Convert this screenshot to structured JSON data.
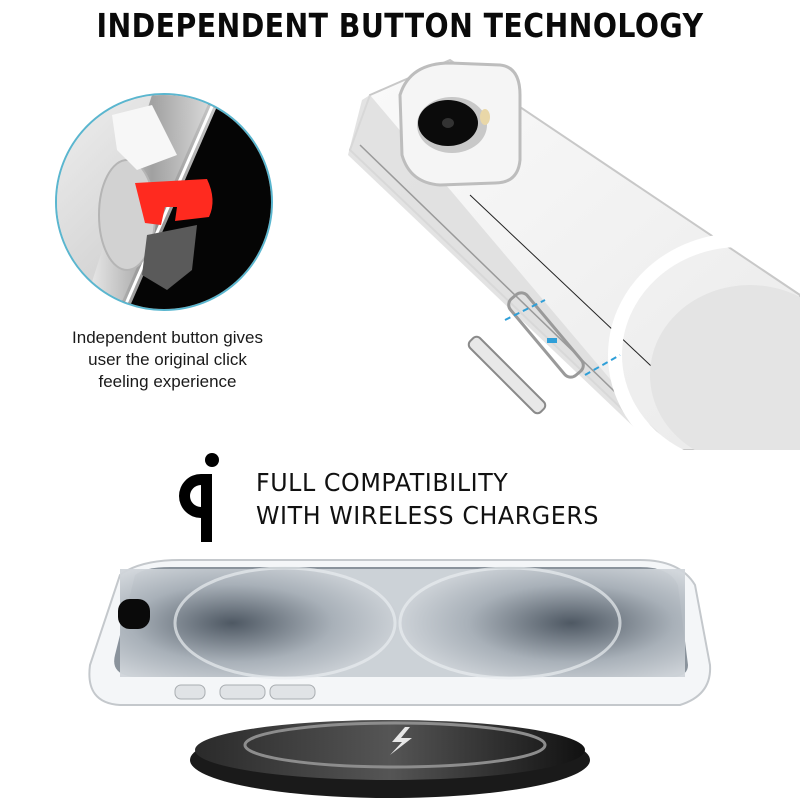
{
  "headline": "INDEPENDENT BUTTON TECHNOLOGY",
  "button_detail": {
    "caption_lines": [
      "Independent button gives",
      "user the original click",
      "feeling experience"
    ],
    "highlight_color": "#ff2a1f",
    "ring_color": "#5ab6cf"
  },
  "wireless": {
    "logo": "qi-logo-icon",
    "title_lines": [
      "FULL COMPATIBILITY",
      "WITH WIRELESS CHARGERS"
    ],
    "charger_icon": "lightning-bolt-icon"
  },
  "colors": {
    "background": "#ffffff",
    "text": "#111111",
    "accent_blue": "#2f9fd8"
  }
}
